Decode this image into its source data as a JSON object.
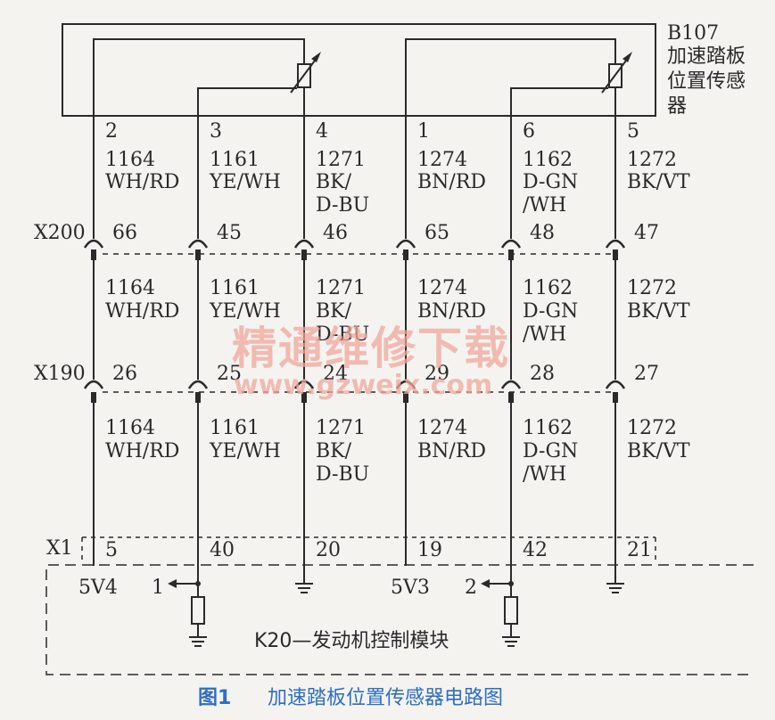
{
  "sensor": {
    "id": "B107",
    "name_line1": "加速踏板",
    "name_line2": "位置传感",
    "name_line3": "器"
  },
  "sensor_pins": [
    "2",
    "3",
    "4",
    "1",
    "6",
    "5"
  ],
  "wires": [
    {
      "code": "1164",
      "color": [
        "WH/RD"
      ]
    },
    {
      "code": "1161",
      "color": [
        "YE/WH"
      ]
    },
    {
      "code": "1271",
      "color": [
        "BK/",
        "D-BU"
      ]
    },
    {
      "code": "1274",
      "color": [
        "BN/RD"
      ]
    },
    {
      "code": "1162",
      "color": [
        "D-GN",
        "/WH"
      ]
    },
    {
      "code": "1272",
      "color": [
        "BK/VT"
      ]
    }
  ],
  "connectors": {
    "x200": {
      "name": "X200",
      "pins": [
        "66",
        "45",
        "46",
        "65",
        "48",
        "47"
      ]
    },
    "x190": {
      "name": "X190",
      "pins": [
        "26",
        "25",
        "24",
        "29",
        "28",
        "27"
      ]
    },
    "x1": {
      "name": "X1",
      "pins": [
        "5",
        "40",
        "20",
        "19",
        "42",
        "21"
      ]
    }
  },
  "module": {
    "label": "K20—发动机控制模块",
    "supply1": "5V4",
    "supply2": "5V3",
    "signal1": "1",
    "signal2": "2"
  },
  "caption": {
    "fig": "图1",
    "text": "加速踏板位置传感器电路图"
  },
  "watermark": {
    "line1": "精通维修下载",
    "line2": "www.gzweix.com"
  },
  "colors": {
    "line": "#2a2a2a",
    "caption": "#2e6fc2",
    "watermark": "#f0a79c"
  }
}
